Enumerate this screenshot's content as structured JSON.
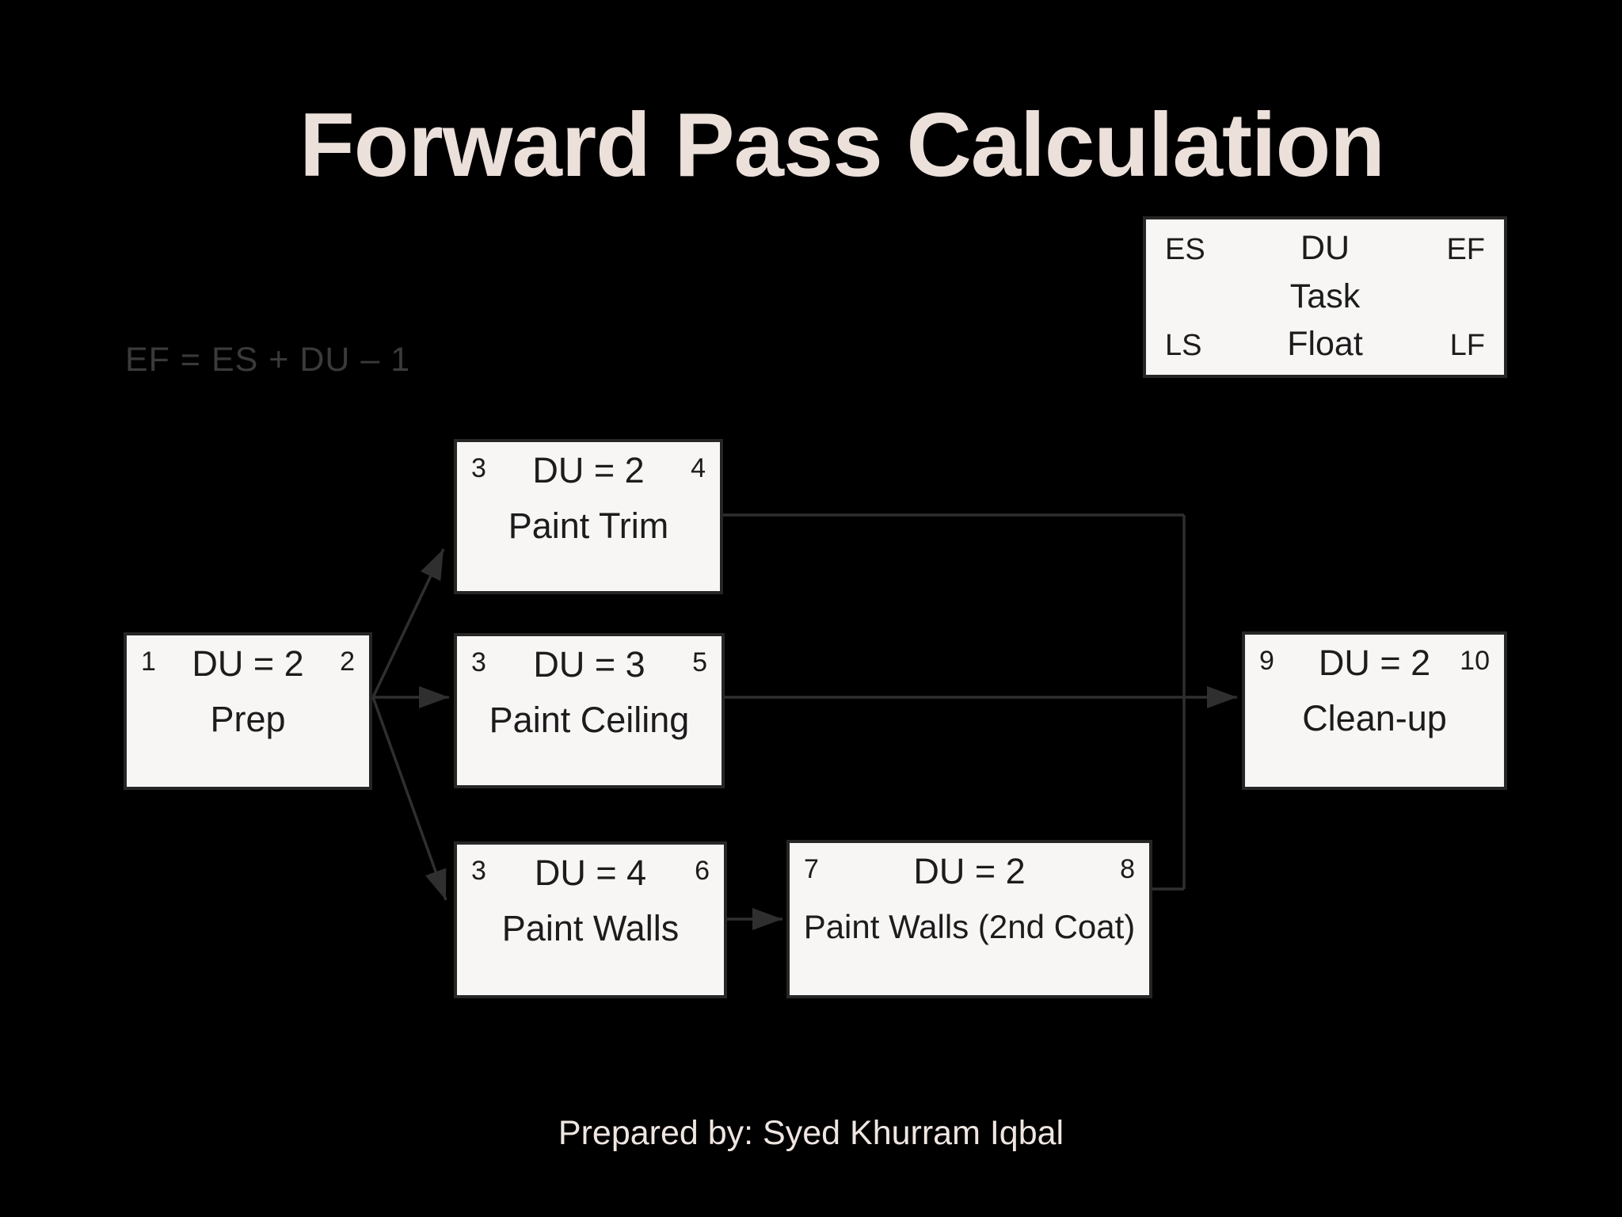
{
  "slide": {
    "title": "Forward Pass Calculation",
    "formula": "EF = ES + DU – 1",
    "footer": "Prepared by: Syed Khurram Iqbal"
  },
  "legend": {
    "es": "ES",
    "du": "DU",
    "ef": "EF",
    "task": "Task",
    "ls": "LS",
    "float": "Float",
    "lf": "LF"
  },
  "nodes": [
    {
      "id": "prep",
      "es": "1",
      "du": "DU = 2",
      "ef": "2",
      "name": "Prep"
    },
    {
      "id": "paint-trim",
      "es": "3",
      "du": "DU = 2",
      "ef": "4",
      "name": "Paint Trim"
    },
    {
      "id": "paint-ceiling",
      "es": "3",
      "du": "DU = 3",
      "ef": "5",
      "name": "Paint Ceiling"
    },
    {
      "id": "paint-walls",
      "es": "3",
      "du": "DU = 4",
      "ef": "6",
      "name": "Paint Walls"
    },
    {
      "id": "paint-walls-2nd-coat",
      "es": "7",
      "du": "DU = 2",
      "ef": "8",
      "name": "Paint Walls (2nd Coat)"
    },
    {
      "id": "clean-up",
      "es": "9",
      "du": "DU = 2",
      "ef": "10",
      "name": "Clean-up"
    }
  ],
  "edges": [
    {
      "from": "Prep",
      "to": "Paint Trim"
    },
    {
      "from": "Prep",
      "to": "Paint Ceiling"
    },
    {
      "from": "Prep",
      "to": "Paint Walls"
    },
    {
      "from": "Paint Walls",
      "to": "Paint Walls (2nd Coat)"
    },
    {
      "from": "Paint Trim",
      "to": "Clean-up"
    },
    {
      "from": "Paint Ceiling",
      "to": "Clean-up"
    },
    {
      "from": "Paint Walls (2nd Coat)",
      "to": "Clean-up"
    }
  ],
  "colors": {
    "background": "#000000",
    "title_text": "#ece0db",
    "formula_text": "#3a3a3c",
    "footer_text": "#efe6e2",
    "node_fill": "#f8f6f5",
    "node_border": "#262626",
    "connector": "#2f2f30"
  }
}
